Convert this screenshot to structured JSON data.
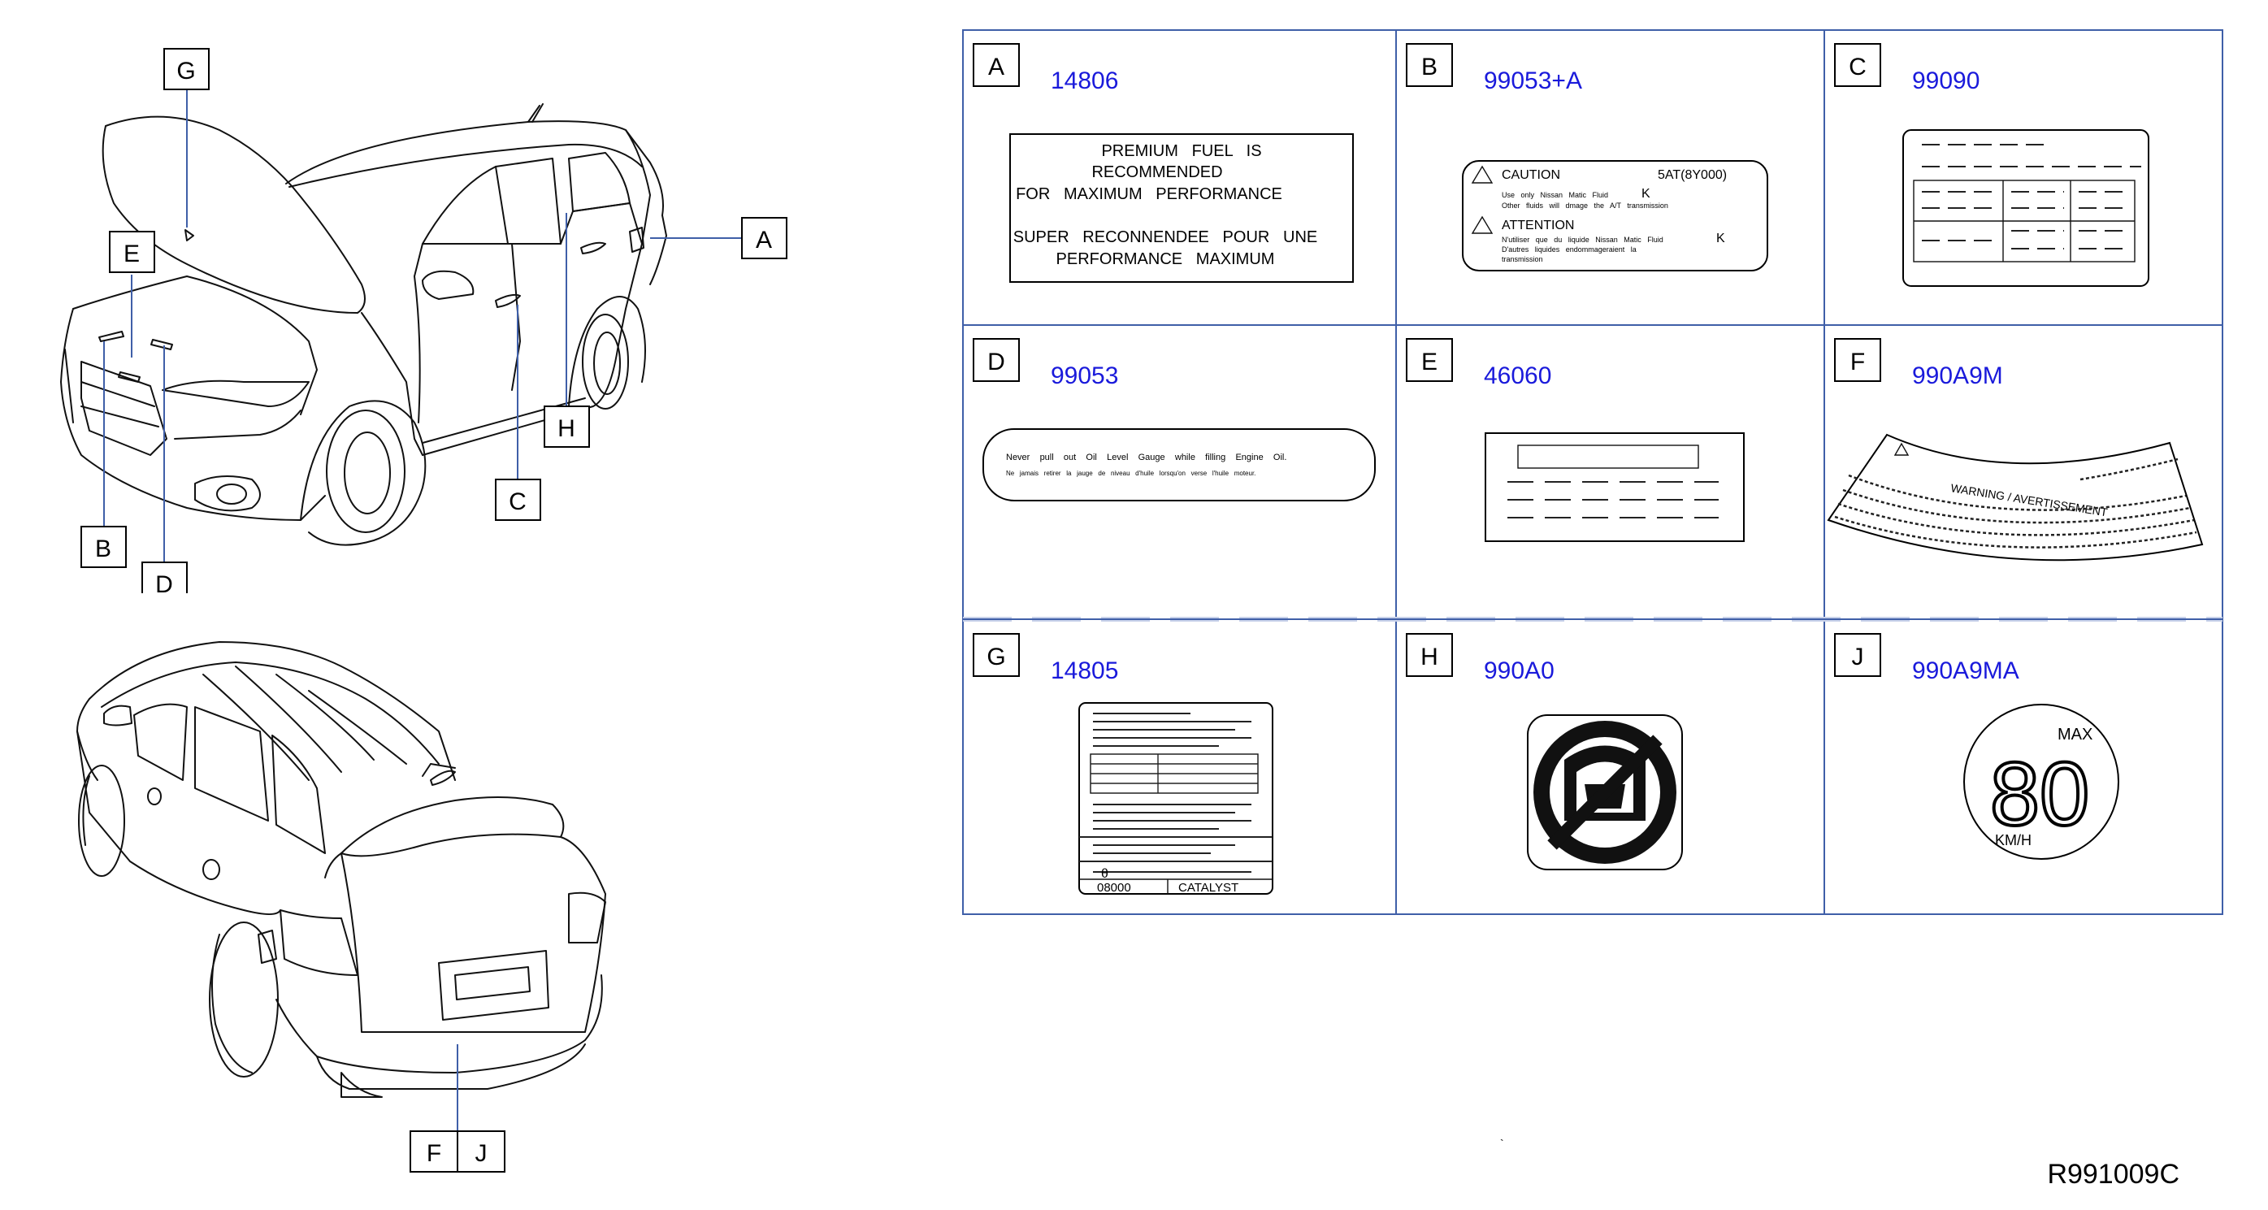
{
  "diagram_id": "R991009C",
  "callouts": [
    "G",
    "E",
    "A",
    "B",
    "D",
    "C",
    "H",
    "F",
    "J"
  ],
  "cells": [
    {
      "letter": "A",
      "part": "14806",
      "text_en": [
        "PREMIUM   FUEL   IS",
        "RECOMMENDED",
        "FOR   MAXIMUM   PERFORMANCE"
      ],
      "text_fr": [
        "SUPER   RECONNENDEE   POUR   UNE",
        "PERFORMANCE   MAXIMUM"
      ]
    },
    {
      "letter": "B",
      "part": "99053+A",
      "caution": "CAUTION",
      "code": "5AT(8Y000)",
      "caution_l1": "Use   only   Nissan   Matic   Fluid",
      "caution_l2": "Other   fluids   will   dmage   the   A/T   transmission",
      "letter_k": "K",
      "attention": "ATTENTION",
      "attn_l1": "N'utiliser   que   du   liquide   Nissan   Matic   Fluid",
      "attn_l2": "D'autres   liquides   endommageraient   la",
      "attn_l3": "transmission"
    },
    {
      "letter": "C",
      "part": "99090"
    },
    {
      "letter": "D",
      "part": "99053",
      "line1": "Never    pull    out    Oil    Level    Gauge    while    filling    Engine    Oil.",
      "line2": "Ne   jamais   retirer   la   jauge   de   niveau   d'huile   lorsqu'on   verse   l'huile   moteur."
    },
    {
      "letter": "E",
      "part": "46060"
    },
    {
      "letter": "F",
      "part": "990A9M",
      "warning": "WARNING / AVERTISSEMENT"
    },
    {
      "letter": "G",
      "part": "14805",
      "bottom_left": "08000",
      "bottom_right": "CATALYST"
    },
    {
      "letter": "H",
      "part": "990A0"
    },
    {
      "letter": "J",
      "part": "990A9MA",
      "max": "MAX",
      "speed": "80",
      "unit": "KM/H"
    }
  ]
}
